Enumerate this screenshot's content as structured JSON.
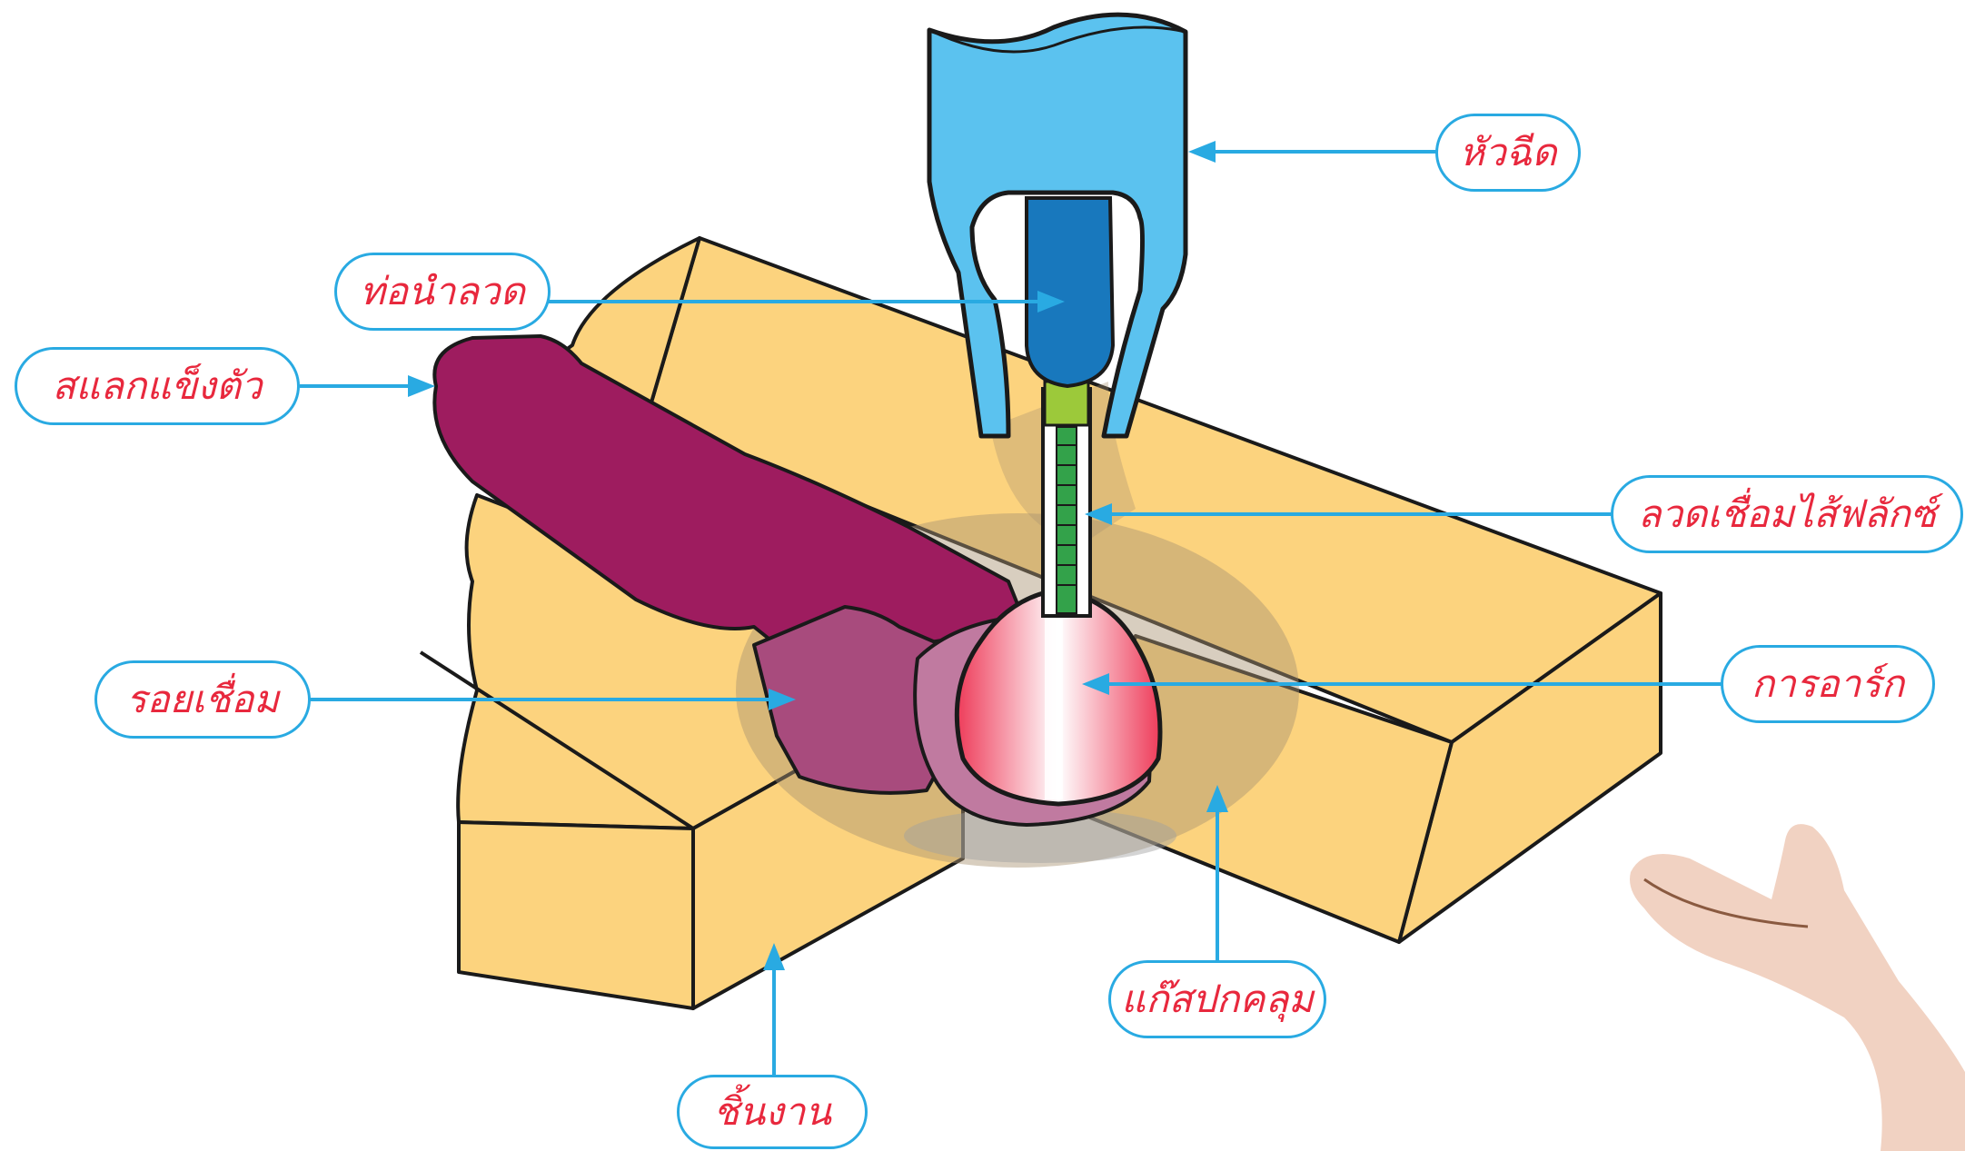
{
  "diagram": {
    "labels": {
      "nozzle": "หัวฉีด",
      "contact_tube": "ท่อนำลวด",
      "solid_slag": "สแลกแข็งตัว",
      "flux_cored_wire": "ลวดเชื่อมไส้ฟลักซ์",
      "weld_bead": "รอยเชื่อม",
      "arc": "การอาร์ก",
      "shielding_gas": "แก๊สปกคลุม",
      "workpiece": "ชิ้นงาน"
    },
    "colors": {
      "workpiece": "#fcd37e",
      "nozzle": "#5bc2ef",
      "contact_tube": "#1878bd",
      "slag": "#9e1c5f",
      "weld_bead": "#a84b7d",
      "arc": "#ee3c5a",
      "wire": "#33a24a",
      "arrow": "#29aae2",
      "label_text": "#e8283d",
      "hand": "#f1d2c2"
    }
  }
}
